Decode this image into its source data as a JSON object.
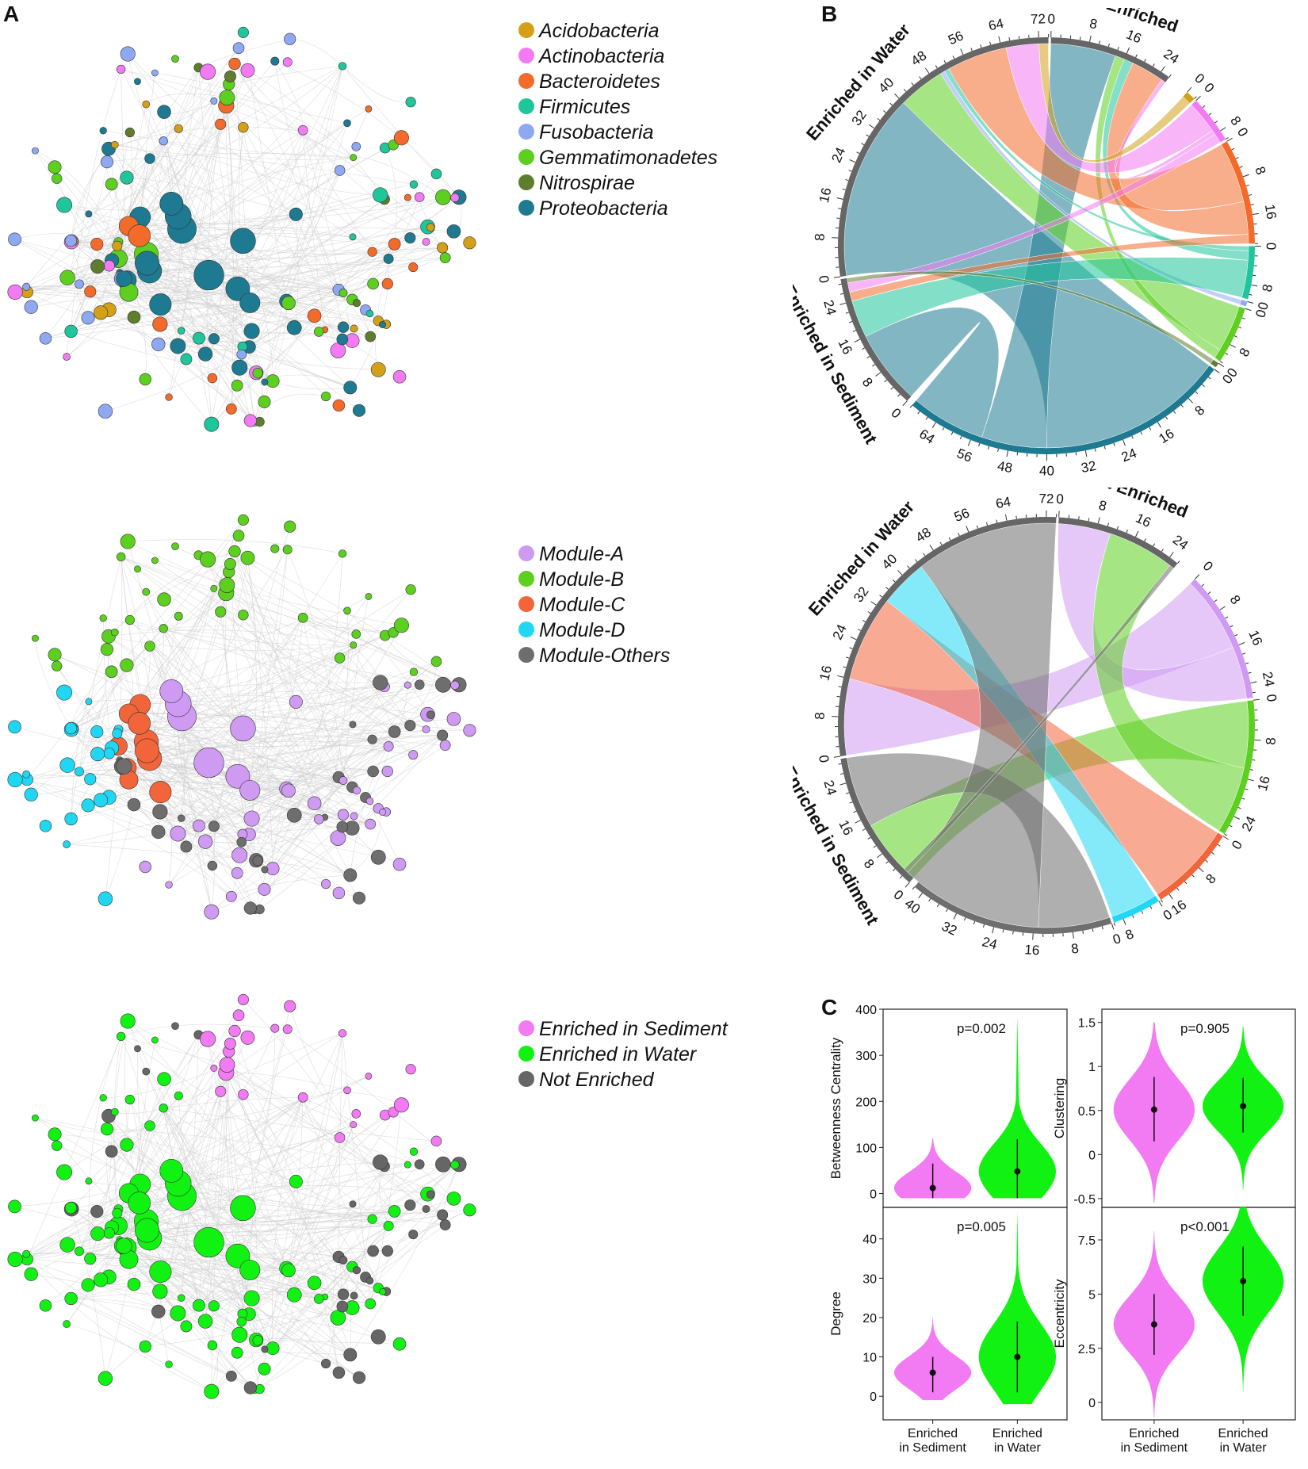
{
  "panels": {
    "a": "A",
    "b": "B",
    "c": "C"
  },
  "colors": {
    "Acidobacteria": "#d4a017",
    "Actinobacteria": "#f27af2",
    "Bacteroidetes": "#f26b2a",
    "Firmicutes": "#1fc59b",
    "Fusobacteria": "#8fa8f2",
    "Gemmatimonadetes": "#5ccf1f",
    "Nitrospirae": "#5e7d2e",
    "Proteobacteria": "#1e7a91",
    "Module-A": "#cf9af2",
    "Module-B": "#5ccf1f",
    "Module-C": "#f2653a",
    "Module-D": "#1fd7f2",
    "Module-Others": "#6e6e6e",
    "Enriched in Sediment": "#f27af2",
    "Enriched in Water": "#12f212",
    "Not Enriched": "#666666",
    "sector_gray": "#666666"
  },
  "legends": {
    "phylum": [
      "Acidobacteria",
      "Actinobacteria",
      "Bacteroidetes",
      "Firmicutes",
      "Fusobacteria",
      "Gemmatimonadetes",
      "Nitrospirae",
      "Proteobacteria"
    ],
    "module": [
      "Module-A",
      "Module-B",
      "Module-C",
      "Module-D",
      "Module-Others"
    ],
    "enrichment": [
      "Enriched in Sediment",
      "Enriched in Water",
      "Not Enriched"
    ]
  },
  "chart_data": [
    {
      "type": "chord",
      "panel": "B-top",
      "groups": [
        {
          "name": "Enriched in Water",
          "total": 74,
          "ticks": [
            0,
            8,
            16,
            24,
            32,
            40,
            48,
            56,
            64,
            72
          ],
          "side": "top"
        },
        {
          "name": "Not Enriched",
          "total": 26,
          "ticks": [
            0,
            8,
            16,
            24
          ],
          "side": "top"
        },
        {
          "name": "Acidobacteria",
          "total": 2,
          "ticks": [
            0
          ],
          "side": "bottom"
        },
        {
          "name": "Actinobacteria",
          "total": 10,
          "ticks": [
            0,
            8
          ],
          "side": "bottom"
        },
        {
          "name": "Bacteroidetes",
          "total": 22,
          "ticks": [
            0,
            8,
            16
          ],
          "side": "bottom"
        },
        {
          "name": "Firmicutes",
          "total": 11,
          "ticks": [
            0,
            8
          ],
          "side": "bottom"
        },
        {
          "name": "Fusobacteria",
          "total": 1,
          "ticks": [
            0
          ],
          "side": "bottom"
        },
        {
          "name": "Gemmatimonadetes",
          "total": 12,
          "ticks": [
            0,
            8
          ],
          "side": "bottom"
        },
        {
          "name": "Nitrospirae",
          "total": 1,
          "ticks": [
            0
          ],
          "side": "bottom"
        },
        {
          "name": "Proteobacteria",
          "total": 70,
          "ticks": [
            0,
            8,
            16,
            24,
            32,
            40,
            48,
            56,
            64
          ],
          "side": "bottom"
        },
        {
          "name": "Enriched in Sediment",
          "total": 29,
          "ticks": [
            0,
            8,
            16,
            24
          ],
          "side": "top"
        }
      ],
      "links": [
        {
          "source": "Proteobacteria",
          "target": "Enriched in Water",
          "value": 40
        },
        {
          "source": "Proteobacteria",
          "target": "Not Enriched",
          "value": 14
        },
        {
          "source": "Proteobacteria",
          "target": "Enriched in Sediment",
          "value": 16
        },
        {
          "source": "Gemmatimonadetes",
          "target": "Enriched in Water",
          "value": 10
        },
        {
          "source": "Gemmatimonadetes",
          "target": "Not Enriched",
          "value": 2
        },
        {
          "source": "Fusobacteria",
          "target": "Enriched in Water",
          "value": 1
        },
        {
          "source": "Firmicutes",
          "target": "Enriched in Water",
          "value": 1
        },
        {
          "source": "Firmicutes",
          "target": "Not Enriched",
          "value": 2
        },
        {
          "source": "Firmicutes",
          "target": "Enriched in Sediment",
          "value": 8
        },
        {
          "source": "Bacteroidetes",
          "target": "Enriched in Water",
          "value": 13
        },
        {
          "source": "Bacteroidetes",
          "target": "Not Enriched",
          "value": 7
        },
        {
          "source": "Bacteroidetes",
          "target": "Enriched in Sediment",
          "value": 2
        },
        {
          "source": "Actinobacteria",
          "target": "Enriched in Water",
          "value": 7
        },
        {
          "source": "Actinobacteria",
          "target": "Not Enriched",
          "value": 1
        },
        {
          "source": "Actinobacteria",
          "target": "Enriched in Sediment",
          "value": 2
        },
        {
          "source": "Acidobacteria",
          "target": "Enriched in Water",
          "value": 2
        },
        {
          "source": "Nitrospirae",
          "target": "Enriched in Sediment",
          "value": 1
        }
      ]
    },
    {
      "type": "chord",
      "panel": "B-bottom",
      "groups": [
        {
          "name": "Enriched in Water",
          "total": 74,
          "ticks": [
            0,
            8,
            16,
            24,
            32,
            40,
            48,
            56,
            64,
            72
          ],
          "side": "top"
        },
        {
          "name": "Not Enriched",
          "total": 26,
          "ticks": [
            0,
            8,
            16,
            24
          ],
          "side": "top"
        },
        {
          "name": "Module-A",
          "total": 27,
          "ticks": [
            0,
            8,
            16,
            24
          ],
          "side": "bottom"
        },
        {
          "name": "Module-B",
          "total": 28,
          "ticks": [
            0,
            8,
            16,
            24
          ],
          "side": "bottom"
        },
        {
          "name": "Module-C",
          "total": 18,
          "ticks": [
            0,
            8,
            16
          ],
          "side": "bottom"
        },
        {
          "name": "Module-D",
          "total": 10,
          "ticks": [
            0,
            8
          ],
          "side": "bottom"
        },
        {
          "name": "Module-Others",
          "total": 42,
          "ticks": [
            0,
            8,
            16,
            24,
            32,
            40
          ],
          "side": "bottom"
        },
        {
          "name": "Enriched in Sediment",
          "total": 29,
          "ticks": [
            0,
            8,
            16,
            24
          ],
          "side": "top"
        }
      ],
      "links": [
        {
          "source": "Module-A",
          "target": "Enriched in Water",
          "value": 16
        },
        {
          "source": "Module-A",
          "target": "Not Enriched",
          "value": 11
        },
        {
          "source": "Module-B",
          "target": "Enriched in Sediment",
          "value": 14
        },
        {
          "source": "Module-B",
          "target": "Not Enriched",
          "value": 14
        },
        {
          "source": "Module-C",
          "target": "Enriched in Water",
          "value": 18
        },
        {
          "source": "Module-D",
          "target": "Enriched in Water",
          "value": 10
        },
        {
          "source": "Module-Others",
          "target": "Enriched in Sediment",
          "value": 15
        },
        {
          "source": "Module-Others",
          "target": "Enriched in Water",
          "value": 30
        },
        {
          "source": "Module-Others",
          "target": "Not Enriched",
          "value": 1
        }
      ]
    },
    {
      "type": "violin",
      "panel": "C",
      "subplots": [
        {
          "ylabel": "Betweenness Centrality",
          "p": "p=0.002",
          "yticks": [
            0,
            100,
            200,
            300,
            400
          ],
          "ylim": [
            -30,
            400
          ],
          "groups": [
            {
              "name": "Enriched in Sediment",
              "median": 12,
              "q1": -10,
              "q3": 65,
              "min": -10,
              "max": 120
            },
            {
              "name": "Enriched in Water",
              "median": 48,
              "q1": -10,
              "q3": 118,
              "min": -10,
              "max": 385
            }
          ]
        },
        {
          "ylabel": "Clustering",
          "p": "p=0.905",
          "yticks": [
            -0.5,
            0.0,
            0.5,
            1.0,
            1.5
          ],
          "ylim": [
            -0.6,
            1.65
          ],
          "groups": [
            {
              "name": "Enriched in Sediment",
              "median": 0.51,
              "q1": 0.15,
              "q3": 0.88,
              "min": -0.55,
              "max": 1.5
            },
            {
              "name": "Enriched in Water",
              "median": 0.55,
              "q1": 0.25,
              "q3": 0.87,
              "min": -0.4,
              "max": 1.45
            }
          ]
        },
        {
          "ylabel": "Degree",
          "p": "p=0.005",
          "yticks": [
            0,
            10,
            20,
            30,
            40
          ],
          "ylim": [
            -6,
            48
          ],
          "groups": [
            {
              "name": "Enriched in Sediment",
              "median": 6,
              "q1": 1,
              "q3": 10,
              "min": -1,
              "max": 20
            },
            {
              "name": "Enriched in Water",
              "median": 10,
              "q1": 1,
              "q3": 19,
              "min": -2,
              "max": 47
            }
          ]
        },
        {
          "ylabel": "Eccentricity",
          "p": "p<0.001",
          "yticks": [
            0.0,
            2.5,
            5.0,
            7.5
          ],
          "ylim": [
            -0.8,
            9.0
          ],
          "groups": [
            {
              "name": "Enriched in Sediment",
              "median": 3.6,
              "q1": 2.2,
              "q3": 5.0,
              "min": -0.7,
              "max": 7.9
            },
            {
              "name": "Enriched in Water",
              "median": 5.6,
              "q1": 4.0,
              "q3": 7.2,
              "min": 0.5,
              "max": 9.0
            }
          ]
        }
      ],
      "xcategories": [
        [
          "Enriched",
          "in Sediment"
        ],
        [
          "Enriched",
          "in Water"
        ]
      ]
    }
  ]
}
